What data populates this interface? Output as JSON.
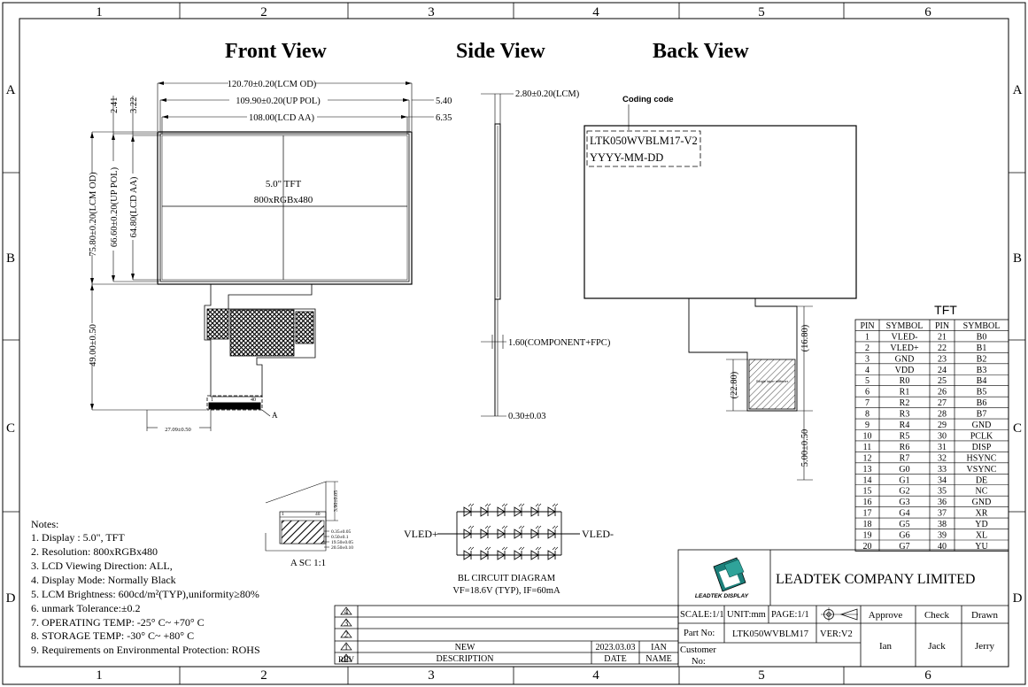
{
  "columns": [
    "1",
    "2",
    "3",
    "4",
    "5",
    "6"
  ],
  "rows": [
    "A",
    "B",
    "C",
    "D"
  ],
  "views": {
    "front": "Front View",
    "side": "Side View",
    "back": "Back View"
  },
  "front": {
    "dim_lcm_od_w": "120.70±0.20(LCM OD)",
    "dim_up_pol_w": "109.90±0.20(UP POL)",
    "dim_lcd_aa_w": "108.00(LCD AA)",
    "dim_5_40": "5.40",
    "dim_6_35": "6.35",
    "dim_2_41": "2.41",
    "dim_3_22": "3.22",
    "dim_lcm_od_h": "75.80±0.20(LCM OD)",
    "dim_up_pol_h": "66.60±0.20(UP POL)",
    "dim_lcd_aa_h": "64.80(LCD AA)",
    "dim_fpc_len": "49.00±0.50",
    "dim_fpc_off": "27.09±0.50",
    "panel_line1": "5.0\" TFT",
    "panel_line2": "800xRGBx480",
    "pin1": "1",
    "pin40": "40",
    "detail_ref": "A"
  },
  "side": {
    "dim_thickness": "2.80±0.20(LCM)",
    "dim_component": "1.60(COMPONENT+FPC)",
    "dim_fpc_t": "0.30±0.03"
  },
  "back": {
    "coding_label": "Coding code",
    "code_line1": "LTK050WVBLM17-V2",
    "code_line2": "YYYY-MM-DD",
    "dim_16_80": "(16.80)",
    "dim_22_80": "(22.80)",
    "dim_5_00": "5.00±0.50",
    "stiffener": "Single layer stiffener"
  },
  "detail": {
    "title": "A SC 1:1",
    "pin1": "1",
    "pin40": "40",
    "dim_3_90": "3.90±0.05",
    "dim_a": "0.35±0.05",
    "dim_b": "0.50±0.1",
    "dim_c": "19.50±0.05",
    "dim_d": "20.50±0.10"
  },
  "circuit": {
    "in_label": "VLED+",
    "out_label": "VLED-",
    "title": "BL CIRCUIT DIAGRAM",
    "spec": "VF=18.6V (TYP), IF=60mA"
  },
  "notes": {
    "title": "Notes:",
    "items": [
      "1. Display : 5.0\",  TFT",
      "2. Resolution: 800xRGBx480",
      "3. LCD Viewing Direction: ALL,",
      "4. Display Mode: Normally Black",
      "5. LCM Brightness: 600cd/m²(TYP),uniformity≥80%",
      "6. unmark Tolerance:±0.2",
      "7. OPERATING TEMP: -25° C~ +70° C",
      "8. STORAGE TEMP: -30° C~ +80° C",
      "9. Requirements on Environmental Protection: ROHS"
    ]
  },
  "pin_table": {
    "title": "TFT",
    "headers": [
      "PIN",
      "SYMBOL",
      "PIN",
      "SYMBOL"
    ],
    "rows": [
      [
        "1",
        "VLED-",
        "21",
        "B0"
      ],
      [
        "2",
        "VLED+",
        "22",
        "B1"
      ],
      [
        "3",
        "GND",
        "23",
        "B2"
      ],
      [
        "4",
        "VDD",
        "24",
        "B3"
      ],
      [
        "5",
        "R0",
        "25",
        "B4"
      ],
      [
        "6",
        "R1",
        "26",
        "B5"
      ],
      [
        "7",
        "R2",
        "27",
        "B6"
      ],
      [
        "8",
        "R3",
        "28",
        "B7"
      ],
      [
        "9",
        "R4",
        "29",
        "GND"
      ],
      [
        "10",
        "R5",
        "30",
        "PCLK"
      ],
      [
        "11",
        "R6",
        "31",
        "DISP"
      ],
      [
        "12",
        "R7",
        "32",
        "HSYNC"
      ],
      [
        "13",
        "G0",
        "33",
        "VSYNC"
      ],
      [
        "14",
        "G1",
        "34",
        "DE"
      ],
      [
        "15",
        "G2",
        "35",
        "NC"
      ],
      [
        "16",
        "G3",
        "36",
        "GND"
      ],
      [
        "17",
        "G4",
        "37",
        "XR"
      ],
      [
        "18",
        "G5",
        "38",
        "YD"
      ],
      [
        "19",
        "G6",
        "39",
        "XL"
      ],
      [
        "20",
        "G7",
        "40",
        "YU"
      ]
    ]
  },
  "revision": {
    "marks": [
      "4",
      "3",
      "2",
      "1",
      "0"
    ],
    "row1": {
      "desc": "NEW",
      "date": "2023.03.03",
      "name": "IAN"
    },
    "header": {
      "rev": "REV",
      "desc": "DESCRIPTION",
      "date": "DATE",
      "name": "NAME"
    }
  },
  "title_block": {
    "logo_text": "LEADTEK DISPLAY",
    "company": "LEADTEK COMPANY LIMITED",
    "scale": "SCALE:1/1",
    "unit": "UNIT:mm",
    "page": "PAGE:1/1",
    "approve": "Approve",
    "check": "Check",
    "drawn": "Drawn",
    "part_label": "Part No:",
    "part_no": "LTK050WVBLM17",
    "ver": "VER:V2",
    "approver": "Ian",
    "checker": "Jack",
    "drawer": "Jerry",
    "customer_l1": "Customer",
    "customer_l2": "No:"
  }
}
